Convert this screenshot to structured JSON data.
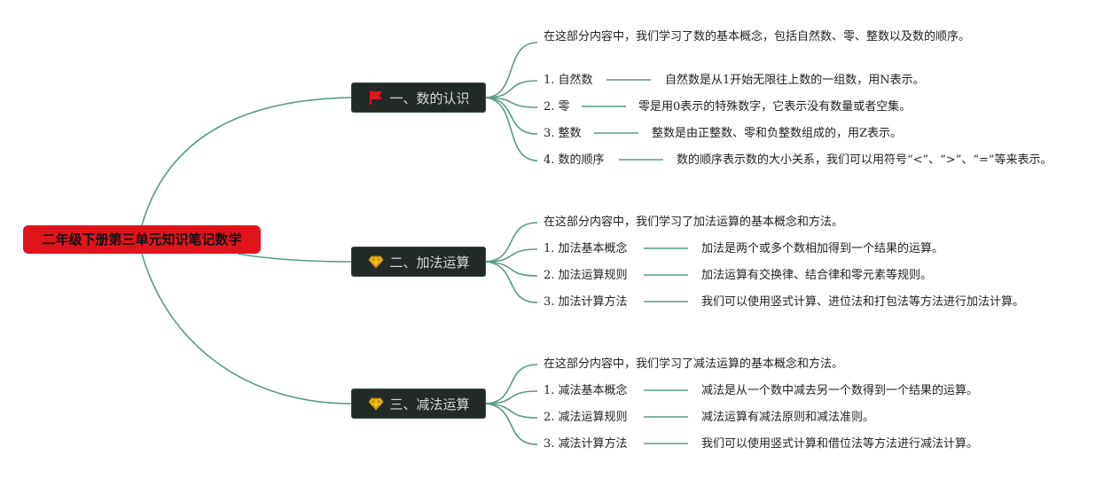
{
  "root": {
    "label": "二年级下册第三单元知识笔记数学"
  },
  "branches": [
    {
      "label": "一、数的认识",
      "icon": "red-flag-icon",
      "intro": "在这部分内容中，我们学习了数的基本概念，包括自然数、零、整数以及数的顺序。",
      "items": [
        {
          "label": "1. 自然数",
          "desc": "自然数是从1开始无限往上数的一组数，用N表示。"
        },
        {
          "label": "2. 零",
          "desc": "零是用0表示的特殊数字，它表示没有数量或者空集。"
        },
        {
          "label": "3. 整数",
          "desc": "整数是由正整数、零和负整数组成的，用Z表示。"
        },
        {
          "label": "4. 数的顺序",
          "desc": "数的顺序表示数的大小关系，我们可以用符号“<”、“>”、“=”等来表示。"
        }
      ]
    },
    {
      "label": "二、加法运算",
      "icon": "gold-gem-icon",
      "intro": "在这部分内容中，我们学习了加法运算的基本概念和方法。",
      "items": [
        {
          "label": "1. 加法基本概念",
          "desc": "加法是两个或多个数相加得到一个结果的运算。"
        },
        {
          "label": "2. 加法运算规则",
          "desc": "加法运算有交换律、结合律和零元素等规则。"
        },
        {
          "label": "3. 加法计算方法",
          "desc": "我们可以使用竖式计算、进位法和打包法等方法进行加法计算。"
        }
      ]
    },
    {
      "label": "三、减法运算",
      "icon": "gold-gem-icon",
      "intro": "在这部分内容中，我们学习了减法运算的基本概念和方法。",
      "items": [
        {
          "label": "1. 减法基本概念",
          "desc": "减法是从一个数中减去另一个数得到一个结果的运算。"
        },
        {
          "label": "2. 减法运算规则",
          "desc": "减法运算有减法原则和减法准则。"
        },
        {
          "label": "3. 减法计算方法",
          "desc": "我们可以使用竖式计算和借位法等方法进行减法计算。"
        }
      ]
    }
  ],
  "colors": {
    "connector": "#5a9a84",
    "root_fill": "#e0141c",
    "branch_fill": "#222a27"
  }
}
